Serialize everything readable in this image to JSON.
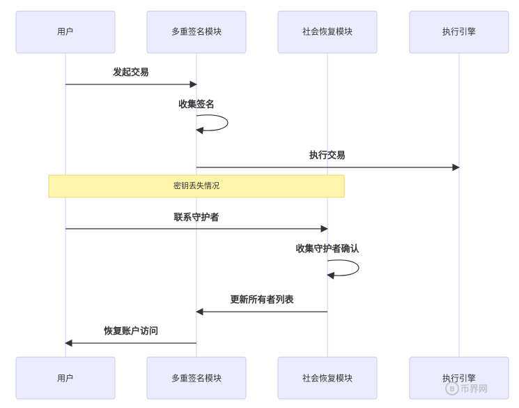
{
  "diagram": {
    "type": "sequence",
    "participants": [
      "用户",
      "多重签名模块",
      "社会恢复模块",
      "执行引擎"
    ],
    "messages": [
      {
        "from": 0,
        "to": 1,
        "label": "发起交易"
      },
      {
        "from": 1,
        "to": 1,
        "label": "收集签名"
      },
      {
        "from": 1,
        "to": 3,
        "label": "执行交易"
      },
      {
        "note": "密钥丢失情况"
      },
      {
        "from": 0,
        "to": 2,
        "label": "联系守护者"
      },
      {
        "from": 2,
        "to": 2,
        "label": "收集守护者确认"
      },
      {
        "from": 2,
        "to": 1,
        "label": "更新所有者列表"
      },
      {
        "from": 1,
        "to": 0,
        "label": "恢复账户访问"
      }
    ],
    "colors": {
      "actor_fill": "#ECECFF",
      "actor_border": "#C9C9F0",
      "lifeline": "#C9C9F0",
      "arrow": "#333333",
      "note_fill": "#FFF5AD",
      "note_border": "#E6D77A"
    }
  },
  "watermark": {
    "text": "币界网"
  }
}
